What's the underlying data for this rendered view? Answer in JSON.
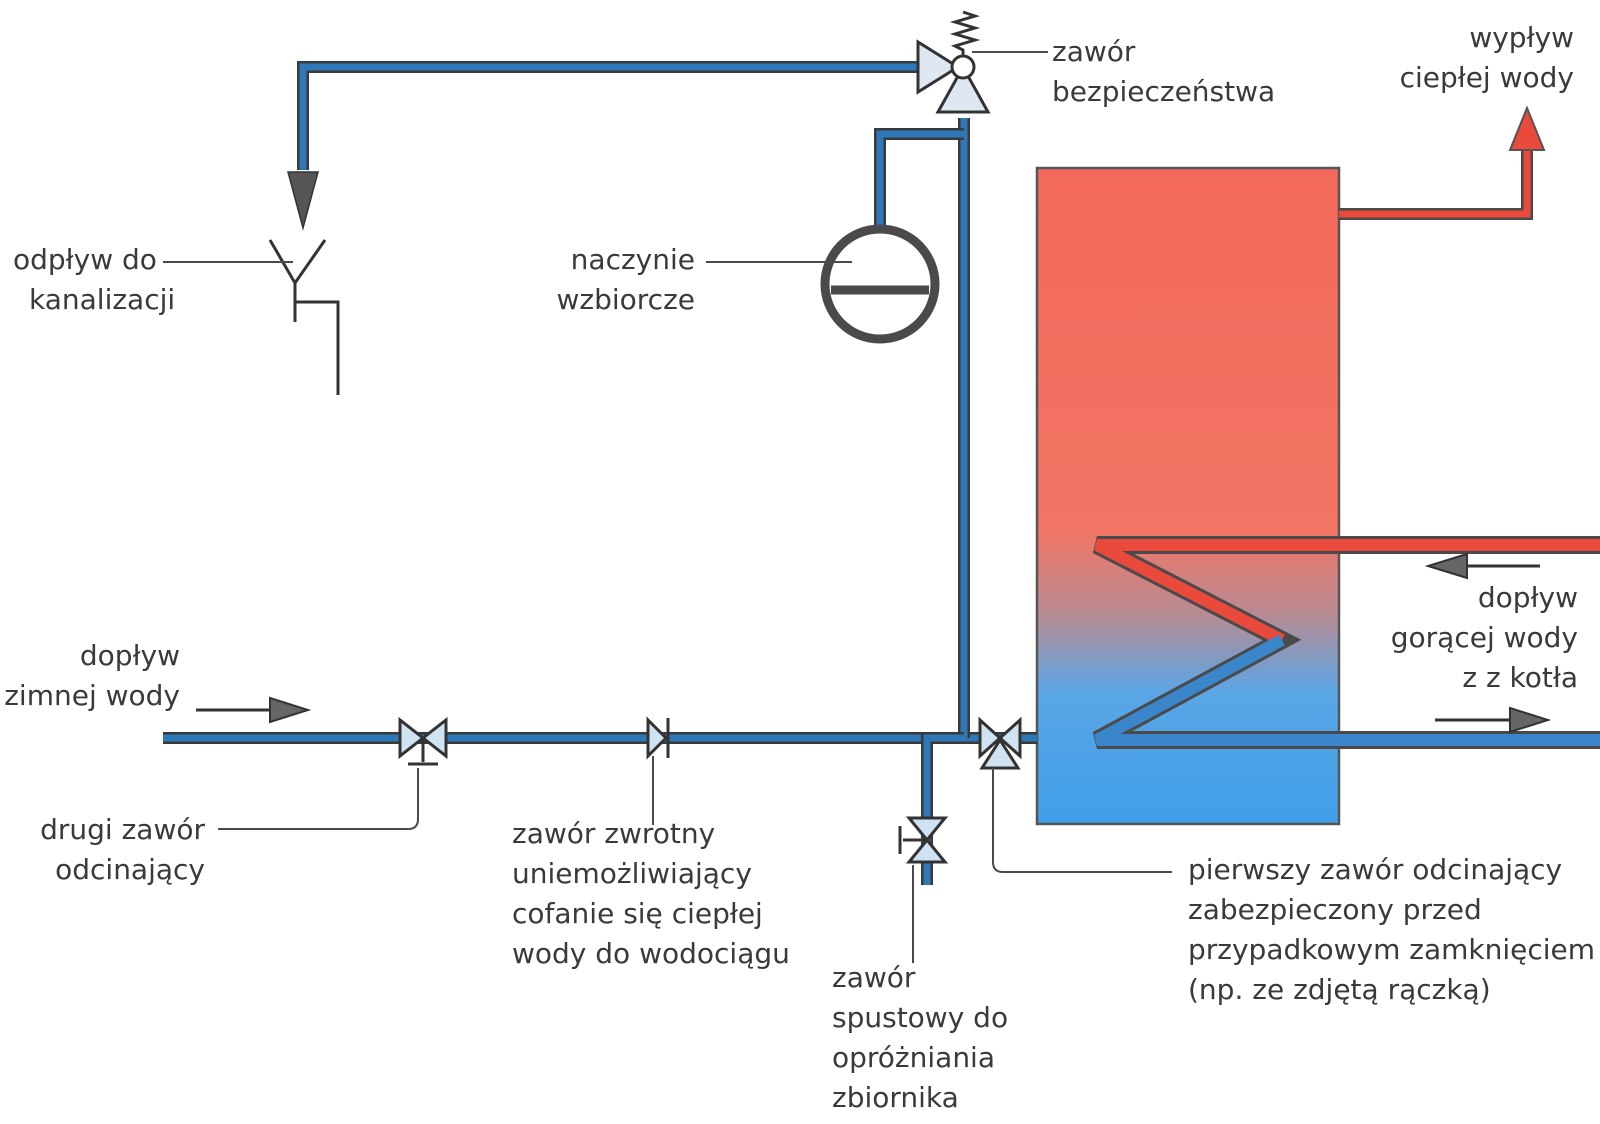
{
  "labels": {
    "safety_valve": [
      "zawór",
      "bezpieczeństwa"
    ],
    "hot_water_out": [
      "wypływ",
      "ciepłej wody"
    ],
    "drain_to_sewer": [
      "odpływ do",
      "kanalizacji"
    ],
    "expansion_vessel": [
      "naczynie",
      "wzbiorcze"
    ],
    "hot_water_in_from_boiler": [
      "dopływ",
      "gorącej wody",
      "z z kotła"
    ],
    "cold_water_in": [
      "dopływ",
      "zimnej wody"
    ],
    "second_shutoff_valve": [
      "drugi zawór",
      "odcinający"
    ],
    "check_valve": [
      "zawór zwrotny",
      "uniemożliwiający",
      "cofanie się ciepłej",
      "wody do wodociągu"
    ],
    "drain_valve": [
      "zawór",
      "spustowy do",
      "opróżniania",
      "zbiornika"
    ],
    "first_shutoff_valve": [
      "pierwszy zawór odcinający",
      "zabezpieczony przed",
      "przypadkowym zamknięciem",
      "(np. ze zdjętą rączką)"
    ]
  },
  "colors": {
    "cold_pipe": "#2f78b8",
    "hot_pipe": "#ea4a3c",
    "tank_hot": "#f26a5a",
    "tank_cold": "#47a3e6",
    "leader": "#4a4a4a"
  }
}
